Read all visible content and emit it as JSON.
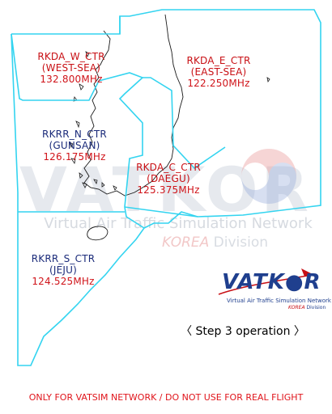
{
  "watermark": {
    "logo": "VATKOR",
    "line1": "Virtual Air Traffic Simulation Network",
    "korea": "KOREA",
    "division": "Division"
  },
  "logo": {
    "word": "VATK●R",
    "tag": "Virtual Air Traffic Simulation Network",
    "korea": "KOREA",
    "division": "Division"
  },
  "colors": {
    "boundary": "#33d4f0",
    "coast": "#1a1a1a",
    "label_red": "#c80f14",
    "label_blue": "#1b2b7a",
    "disclaimer": "#e0141b"
  },
  "sectors": {
    "w": {
      "name": "RKDA_W_CTR",
      "region": "(WEST-SEA)",
      "freq": "132.800MHz"
    },
    "e": {
      "name": "RKDA_E_CTR",
      "region": "(EAST-SEA)",
      "freq": "122.250MHz"
    },
    "n": {
      "name": "RKRR_N_CTR",
      "region": "(GUNSAN)",
      "freq": "126.175MHz"
    },
    "c": {
      "name": "RKDA_C_CTR",
      "region": "(DAEGU)",
      "freq": "125.375MHz"
    },
    "s": {
      "name": "RKRR_S_CTR",
      "region": "(JEJU)",
      "freq": "124.525MHz"
    }
  },
  "step": "〈 Step 3 operation 〉",
  "disclaimer": "ONLY FOR VATSIM NETWORK / DO NOT USE FOR REAL FLIGHT"
}
